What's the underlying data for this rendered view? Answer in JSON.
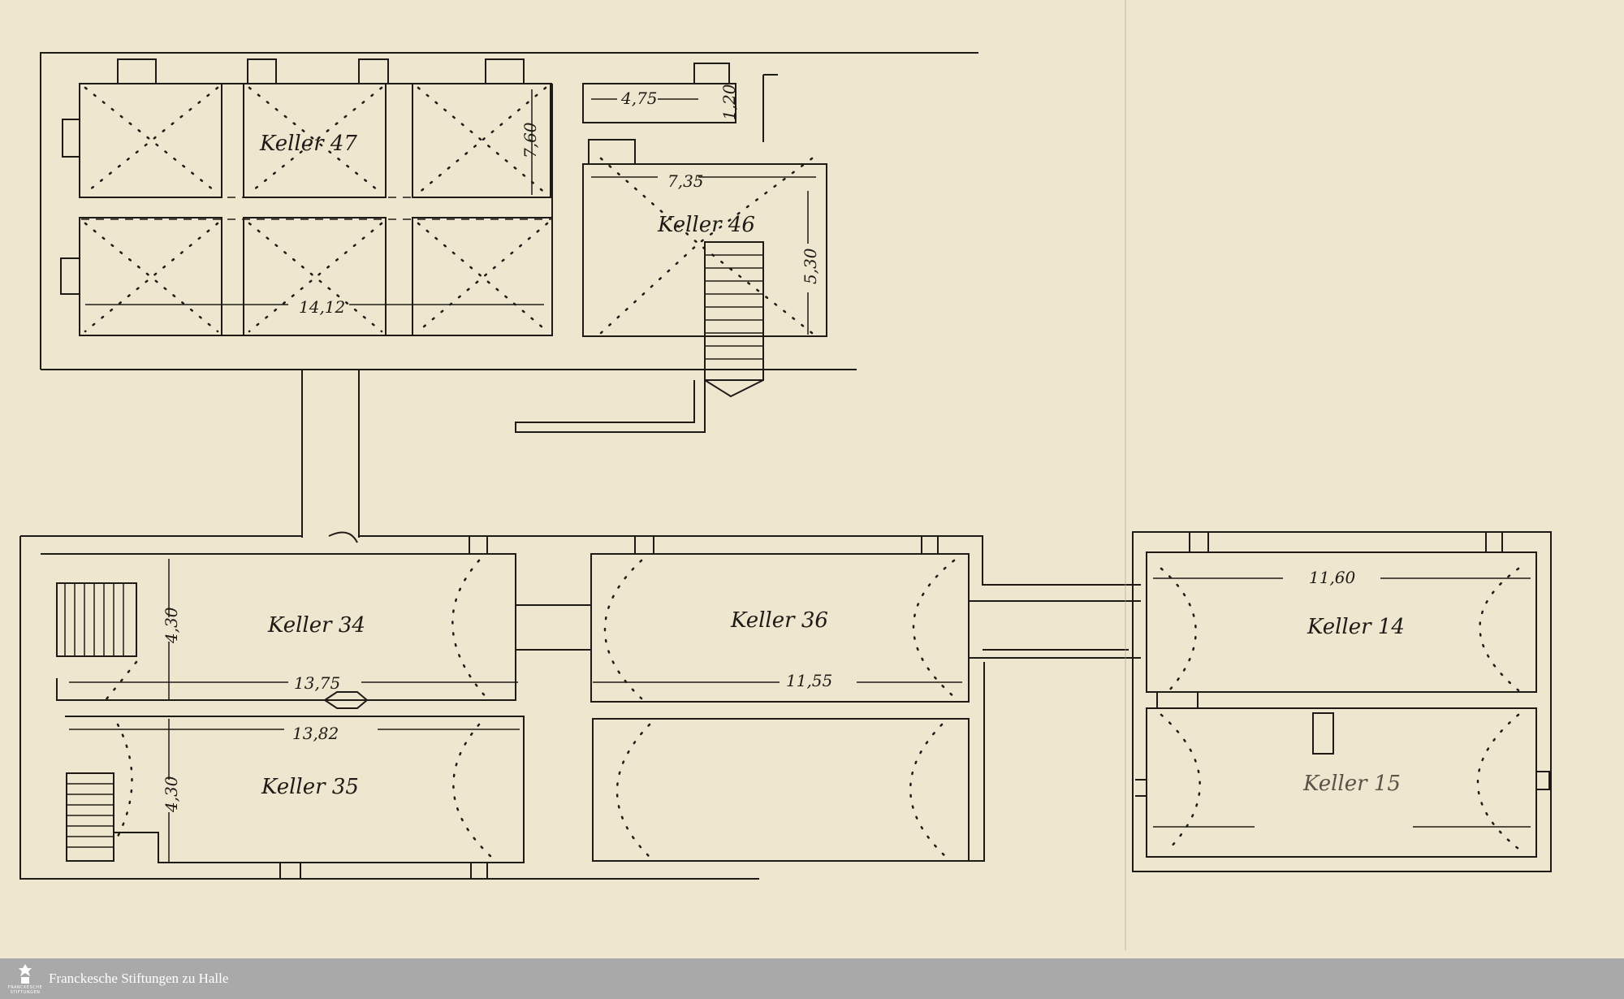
{
  "footer": {
    "institution": "Franckesche Stiftungen zu Halle",
    "logo_text_line1": "FRANCKESCHE",
    "logo_text_line2": "STIFTUNGEN",
    "logo_icon": "foundation-crest-icon"
  },
  "rooms": {
    "keller47": "Keller 47",
    "keller46": "Keller 46",
    "keller34": "Keller 34",
    "keller35": "Keller 35",
    "keller36": "Keller 36",
    "keller14": "Keller 14",
    "keller15": "Keller 15"
  },
  "dimensions": {
    "k47_length": "14,12",
    "k47_height": "7,60",
    "annex_length": "4,75",
    "annex_width": "1,20",
    "k46_length": "7,35",
    "k46_height": "5,30",
    "k34_length": "13,75",
    "k34_height": "4,30",
    "k35_length": "13,82",
    "k35_height": "4,30",
    "k36_length": "11,55",
    "k14_length": "11,60"
  },
  "colors": {
    "paper": "#efe6cf",
    "ink": "#1e1b16",
    "footer": "#a9a9a9"
  }
}
